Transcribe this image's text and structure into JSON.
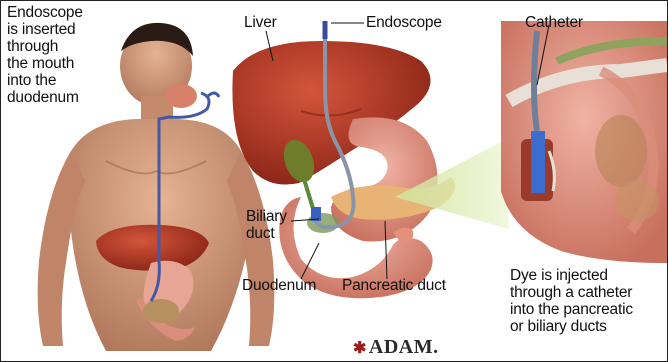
{
  "labels": {
    "mouth": [
      "Endoscope",
      "is inserted",
      "through",
      "the mouth",
      "into the",
      "duodenum"
    ],
    "liver": "Liver",
    "endoscope": "Endoscope",
    "catheter": "Catheter",
    "biliary": [
      "Biliary",
      "duct"
    ],
    "duodenum": "Duodenum",
    "pancreatic": "Pancreatic duct",
    "dye": [
      "Dye is injected",
      "through a catheter",
      "into the pancreatic",
      "or biliary ducts"
    ]
  },
  "logo": "ADAM."
}
